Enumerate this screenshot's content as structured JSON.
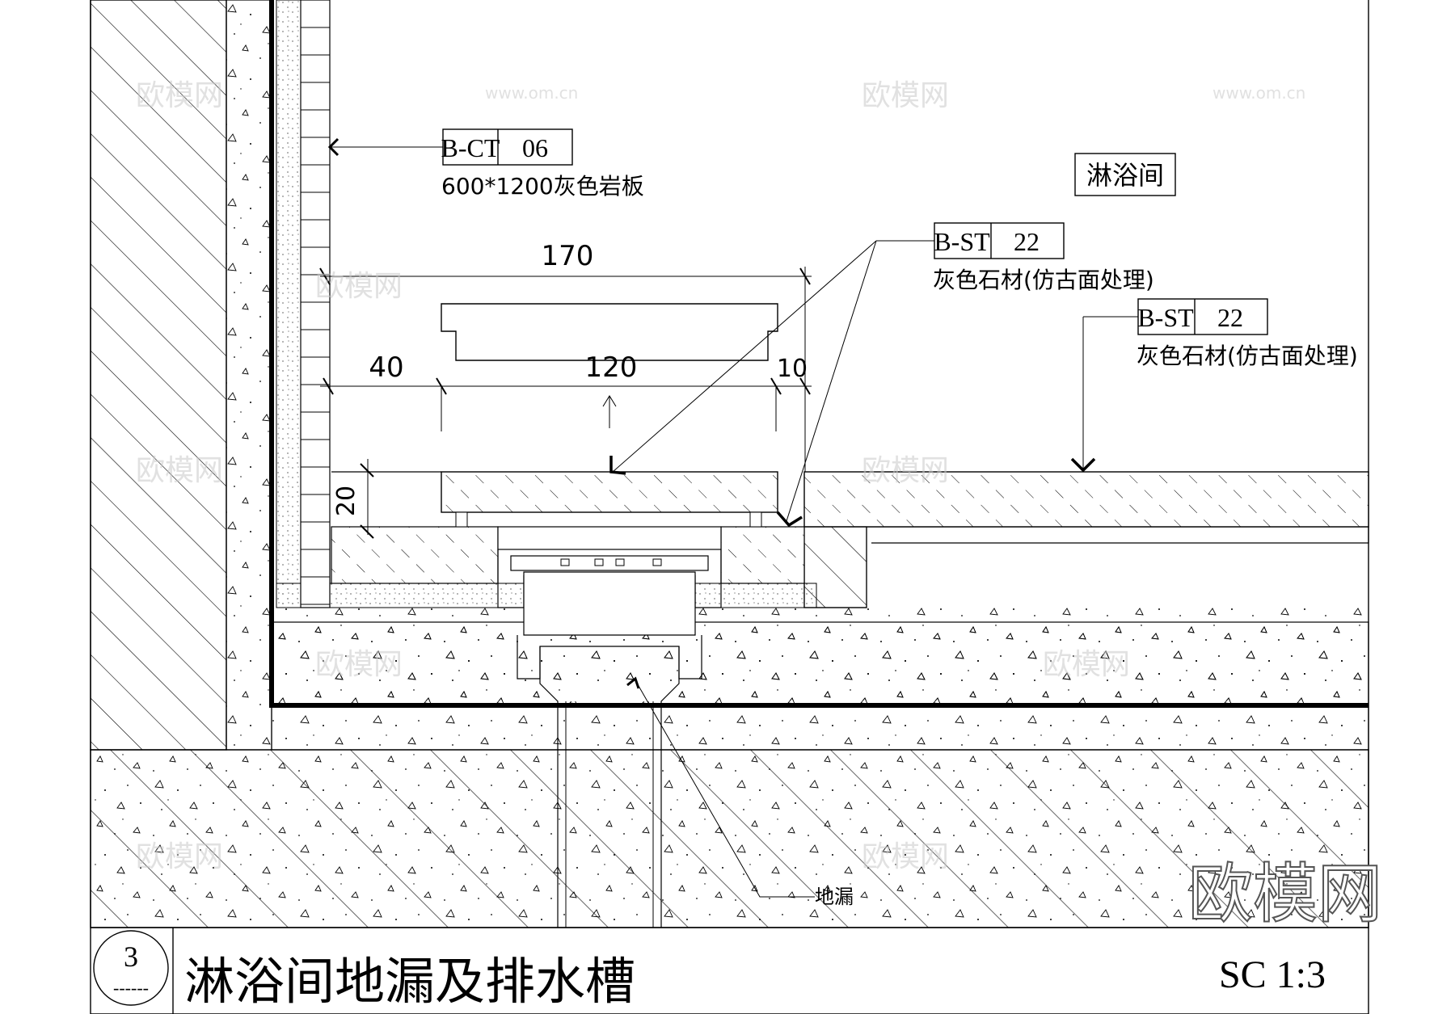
{
  "room_label": "淋浴间",
  "tags": {
    "wall": {
      "code": "B-CT",
      "num": "06",
      "desc": "600*1200灰色岩板"
    },
    "grate": {
      "code": "B-ST",
      "num": "22",
      "desc": "灰色石材(仿古面处理)"
    },
    "floor": {
      "code": "B-ST",
      "num": "22",
      "desc": "灰色石材(仿古面处理)"
    }
  },
  "dimensions": {
    "overall": "170",
    "left": "40",
    "middle": "120",
    "right": "10",
    "thickness": "20"
  },
  "drain_label": "地漏",
  "title_block": {
    "number": "3",
    "number_sub": "------",
    "title": "淋浴间地漏及排水槽",
    "scale": "SC 1:3"
  },
  "watermark": {
    "big": "欧模网",
    "small": "欧模网",
    "url": "www.om.cn"
  }
}
